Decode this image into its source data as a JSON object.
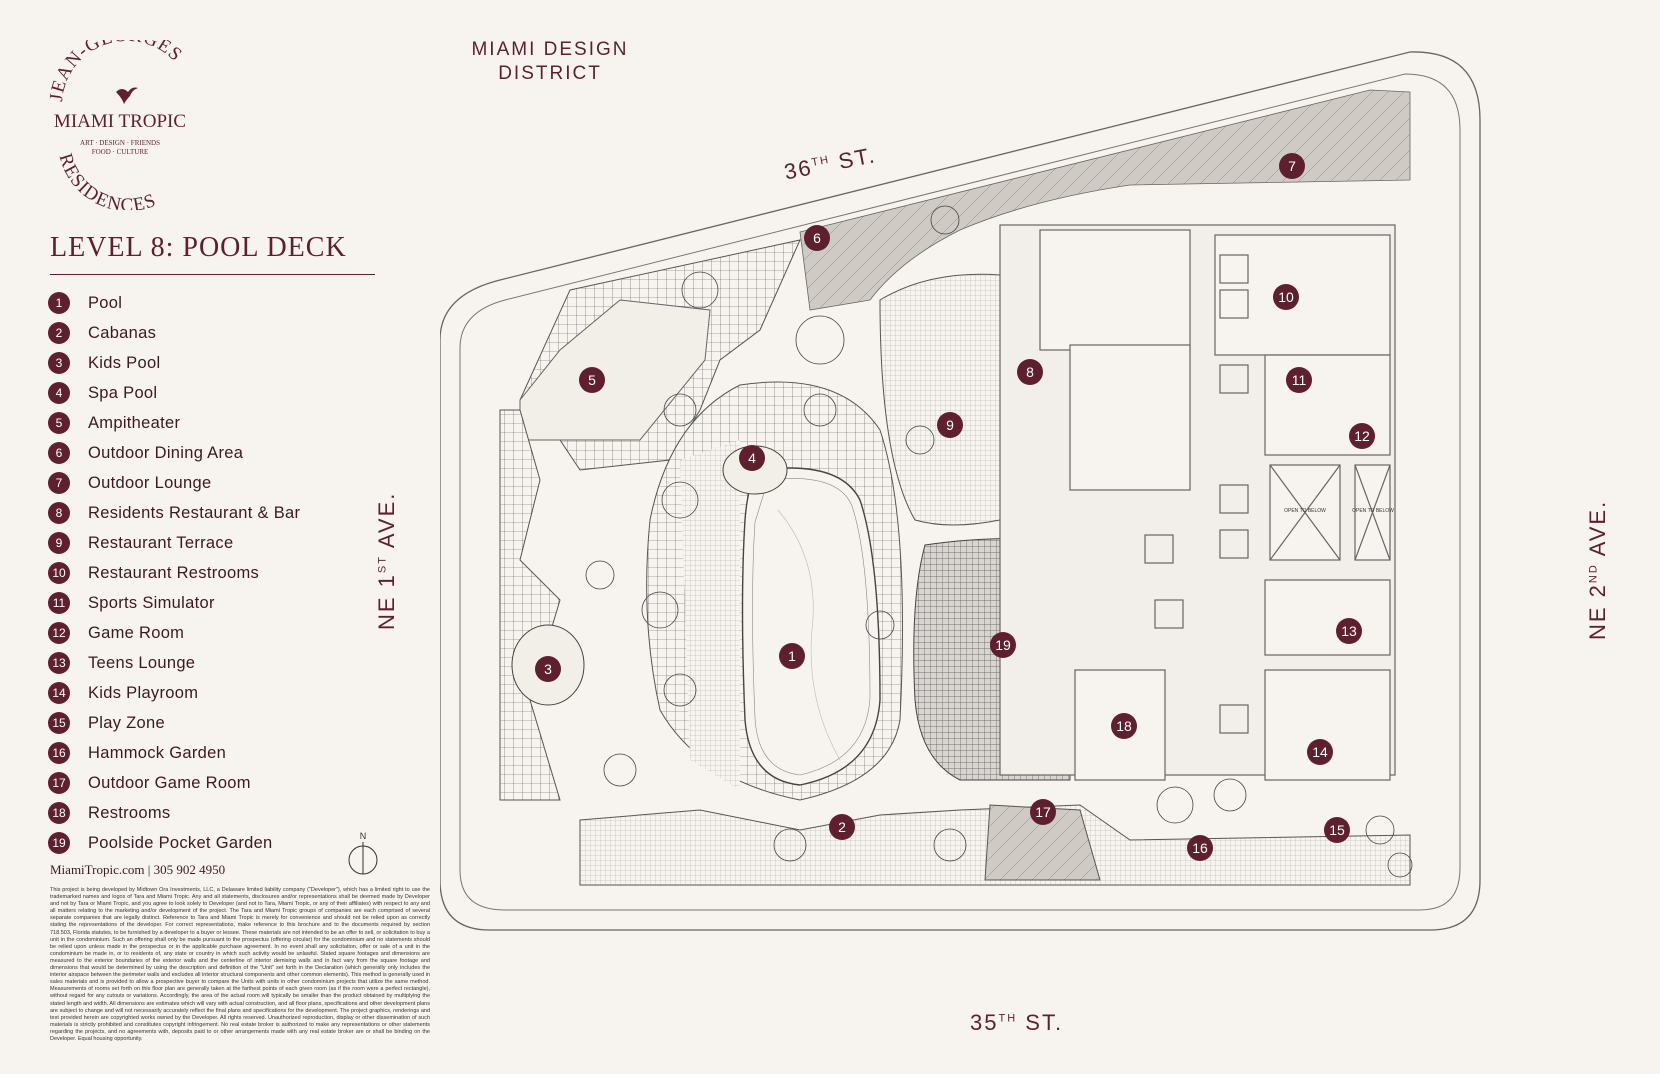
{
  "logo": {
    "arc_top": "JEAN-GEORGES",
    "name": "MIAMI TROPIC",
    "tagline_1": "ART · DESIGN · FRIENDS",
    "tagline_2": "FOOD · CULTURE",
    "arc_bottom": "RESIDENCES"
  },
  "title": "LEVEL 8: POOL DECK",
  "legend": [
    {
      "num": "1",
      "label": "Pool"
    },
    {
      "num": "2",
      "label": "Cabanas"
    },
    {
      "num": "3",
      "label": "Kids Pool"
    },
    {
      "num": "4",
      "label": "Spa Pool"
    },
    {
      "num": "5",
      "label": "Ampitheater"
    },
    {
      "num": "6",
      "label": "Outdoor Dining Area"
    },
    {
      "num": "7",
      "label": "Outdoor Lounge"
    },
    {
      "num": "8",
      "label": "Residents Restaurant & Bar"
    },
    {
      "num": "9",
      "label": "Restaurant Terrace"
    },
    {
      "num": "10",
      "label": "Restaurant Restrooms"
    },
    {
      "num": "11",
      "label": "Sports Simulator"
    },
    {
      "num": "12",
      "label": "Game Room"
    },
    {
      "num": "13",
      "label": "Teens Lounge"
    },
    {
      "num": "14",
      "label": "Kids Playroom"
    },
    {
      "num": "15",
      "label": "Play Zone"
    },
    {
      "num": "16",
      "label": "Hammock Garden"
    },
    {
      "num": "17",
      "label": "Outdoor Game Room"
    },
    {
      "num": "18",
      "label": "Restrooms"
    },
    {
      "num": "19",
      "label": "Poolside Pocket Garden"
    }
  ],
  "contact": "MiamiTropic.com | 305 902 4950",
  "compass_label": "N",
  "disclaimer": "This project is being developed by Midtown Ora Investments, LLC, a Delaware limited liability company (\"Developer\"), which has a limited right to use the trademarked names and logos of Tara and Miami Tropic. Any and all statements, disclosures and/or representations shall be deemed made by Developer and not by Tara or Miami Tropic, and you agree to look solely to Developer (and not to Tara, Miami Tropic, or any of their affiliates) with respect to any and all matters relating to the marketing and/or development of the project. The Tara and Miami Tropic groups of companies are each comprised of several separate companies that are legally distinct. Reference to Tara and Miami Tropic is merely for convenience and should not be relied upon as correctly stating the representations of the developer. For correct representations, make reference to this brochure and to the documents required by section 718.503, Florida statutes, to be furnished by a developer to a buyer or lessee. These materials are not intended to be an offer to sell, or solicitation to buy a unit in the condominium. Such an offering shall only be made pursuant to the prospectus (offering circular) for the condominium and no statements should be relied upon unless made in the prospectus or in the applicable purchase agreement. In no event shall any solicitation, offer or sale of a unit in the condominium be made in, or to residents of, any state or country in which such activity would be unlawful. Stated square footages and dimensions are measured to the exterior boundaries of the exterior walls and the centerline of interior demising walls and in fact vary from the square footage and dimensions that would be determined by using the description and definition of the \"Unit\" set forth in the Declaration (which generally only includes the interior airspace between the perimeter walls and excludes all interior structural components and other common elements). This method is generally used in sales materials and is provided to allow a prospective buyer to compare the Units with units in other condominium projects that utilize the same method. Measurements of rooms set forth on this floor plan are generally taken at the farthest points of each given room (as if the room were a perfect rectangle), without regard for any cutouts or variations. Accordingly, the area of the actual room will typically be smaller than the product obtained by multiplying the stated length and width. All dimensions are estimates which will vary with actual construction, and all floor plans, specifications and other development plans are subject to change and will not necessarily accurately reflect the final plans and specifications for the development. The project graphics, renderings and text provided herein are copyrighted works owned by the Developer. All rights reserved. Unauthorized reproduction, display or other dissemination of such materials is strictly prohibited and constitutes copyright infringement. No real estate broker is authorized to make any representations or other statements regarding the projects, and no agreements with, deposits paid to or other arrangements made with any real estate broker are or shall be binding on the Developer. Equal housing opportunity.",
  "streets": {
    "district": "MIAMI DESIGN DISTRICT",
    "north": {
      "name": "36",
      "sup": "TH",
      "suffix": " ST."
    },
    "south": {
      "name": "35",
      "sup": "TH",
      "suffix": " ST."
    },
    "west": {
      "name": "NE 1",
      "sup": "ST",
      "suffix": " AVE."
    },
    "east": {
      "name": "NE 2",
      "sup": "ND",
      "suffix": " AVE."
    }
  },
  "plan_labels": {
    "open_below_1": "OPEN TO BELOW",
    "open_below_2": "OPEN TO BELOW"
  },
  "colors": {
    "accent": "#5e1f2f",
    "background": "#f7f3ee",
    "line": "#6b6b6b"
  }
}
